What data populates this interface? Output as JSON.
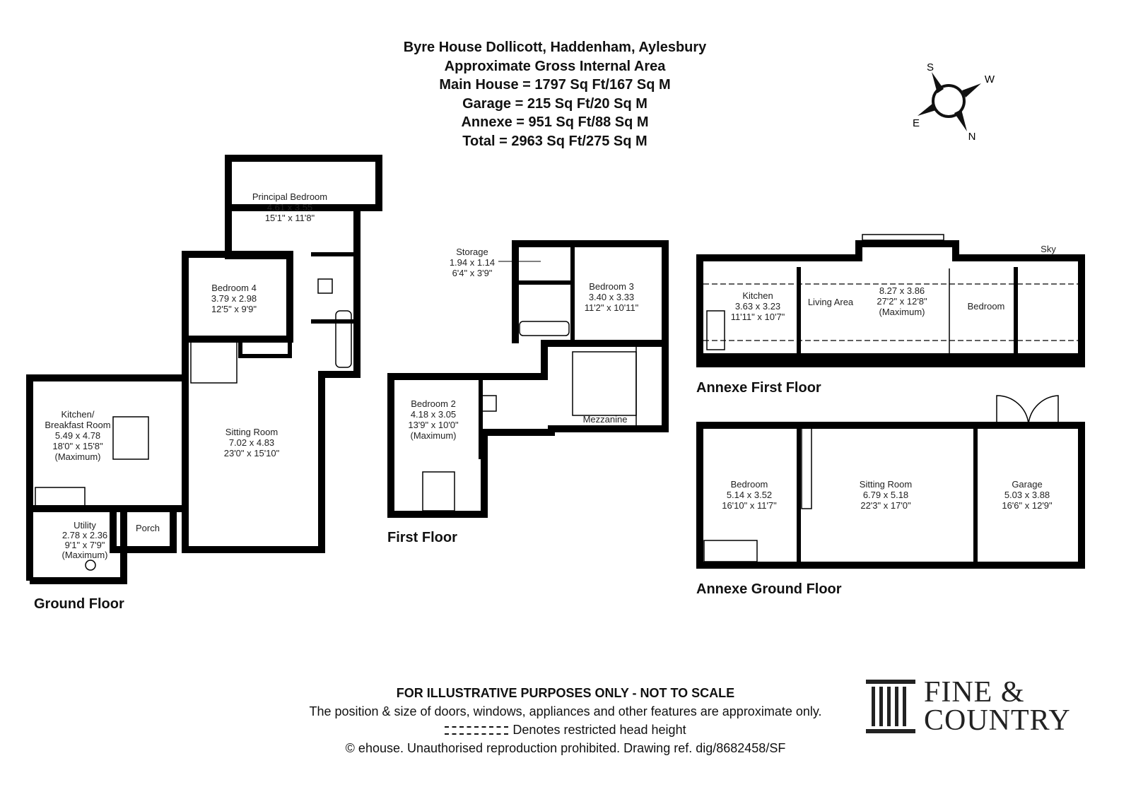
{
  "header": {
    "title": "Byre House Dollicott, Haddenham, Aylesbury",
    "subtitle": "Approximate Gross Internal Area",
    "main_house": "Main House = 1797 Sq Ft/167 Sq M",
    "garage": "Garage = 215 Sq Ft/20 Sq M",
    "annexe": "Annexe = 951 Sq Ft/88 Sq M",
    "total": "Total = 2963 Sq Ft/275 Sq M"
  },
  "compass": {
    "s": "S",
    "w": "W",
    "e": "E",
    "n": "N"
  },
  "ground_floor": {
    "label": "Ground Floor",
    "rooms": [
      {
        "name": "Principal Bedroom",
        "metric": "4.61 x 3.55",
        "imperial": "15'1\" x 11'8\""
      },
      {
        "name": "Bedroom 4",
        "metric": "3.79 x 2.98",
        "imperial": "12'5\" x 9'9\""
      },
      {
        "name": "Kitchen/",
        "name2": "Breakfast Room",
        "metric": "5.49 x 4.78",
        "imperial": "18'0\" x 15'8\"",
        "note": "(Maximum)"
      },
      {
        "name": "Sitting Room",
        "metric": "7.02 x 4.83",
        "imperial": "23'0\" x 15'10\""
      },
      {
        "name": "Utility",
        "metric": "2.78 x 2.36",
        "imperial": "9'1\" x 7'9\"",
        "note": "(Maximum)"
      },
      {
        "name": "Porch"
      }
    ]
  },
  "first_floor": {
    "label": "First Floor",
    "rooms": [
      {
        "name": "Storage",
        "metric": "1.94 x 1.14",
        "imperial": "6'4\" x 3'9\""
      },
      {
        "name": "Bedroom 3",
        "metric": "3.40 x 3.33",
        "imperial": "11'2\" x 10'11\""
      },
      {
        "name": "Bedroom 2",
        "metric": "4.18 x 3.05",
        "imperial": "13'9\" x 10'0\"",
        "note": "(Maximum)"
      },
      {
        "name": "Mezzanine"
      }
    ]
  },
  "annexe_first_floor": {
    "label": "Annexe First Floor",
    "rooms": [
      {
        "name": "Kitchen",
        "metric": "3.63 x 3.23",
        "imperial": "11'11\" x 10'7\""
      },
      {
        "name": "Living Area",
        "metric": "8.27 x 3.86",
        "imperial": "27'2\" x 12'8\"",
        "note": "(Maximum)"
      },
      {
        "name": "Bedroom"
      },
      {
        "name": "Sky"
      }
    ]
  },
  "annexe_ground_floor": {
    "label": "Annexe Ground Floor",
    "rooms": [
      {
        "name": "Bedroom",
        "metric": "5.14 x 3.52",
        "imperial": "16'10\" x 11'7\""
      },
      {
        "name": "Sitting Room",
        "metric": "6.79 x 5.18",
        "imperial": "22'3\" x 17'0\""
      },
      {
        "name": "Garage",
        "metric": "5.03 x 3.88",
        "imperial": "16'6\" x 12'9\""
      }
    ]
  },
  "footer": {
    "disclaimer": "FOR ILLUSTRATIVE PURPOSES ONLY - NOT TO SCALE",
    "note": "The position & size of doors, windows, appliances and other features are approximate only.",
    "legend": "Denotes restricted head height",
    "copyright": "© ehouse. Unauthorised reproduction prohibited. Drawing ref. dig/8682458/SF"
  },
  "logo": {
    "line1": "FINE &",
    "line2": "COUNTRY"
  }
}
